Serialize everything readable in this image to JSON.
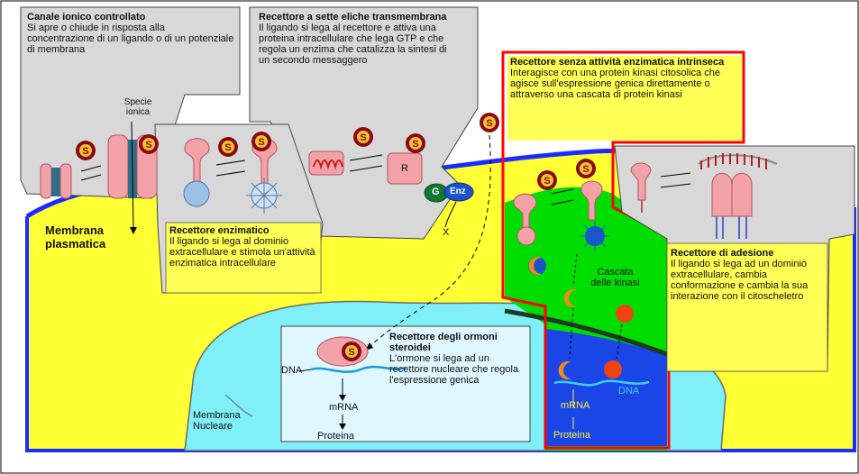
{
  "labels": {
    "ion_channel_title": "Canale ionico controllato",
    "ion_channel_desc": "Si apre o chiude in risposta alla concentrazione di un ligando o di un potenziale di membrana",
    "ionic_species": "Specie ionica",
    "membrane_plasma": "Membrana plasmatica",
    "seven_helix_title": "Recettore a sette eliche transmembrana",
    "seven_helix_desc": "Il ligando si lega al recettore e attiva una proteina intracellulare che lega GTP e che regola un enzima che catalizza la sintesi di un secondo messaggero",
    "enzymatic_title": "Recettore enzimatico",
    "enzymatic_desc": "Il ligando si lega al dominio extracellulare e stimola un'attività enzimatica intracellulare",
    "no_enzyme_title": "Recettore senza attività enzimatica intrinseca",
    "no_enzyme_desc": "Interagisce con una protein kinasi citosolica che agisce sull'espressione genica direttamente o attraverso una cascata di protein kinasi",
    "cascade": "Cascata delle kinasi",
    "adhesion_title": "Recettore di adesione",
    "adhesion_desc": "Il ligando si lega ad un dominio extracellulare, cambia conformazione e cambia la sua interazione con il citoscheletro",
    "steroid_title": "Recettore degli ormoni steroidei",
    "steroid_desc": "L'ormone si lega ad un recettore nucleare che regola l'espressione genica",
    "dna": "DNA",
    "mrna": "mRNA",
    "protein": "Proteina",
    "nuclear_membrane": "Membrana Nucleare",
    "r_label": "R",
    "g_label": "G",
    "enz_label": "Enz",
    "x_label": "X",
    "dna_right": "DNA",
    "mrna_right": "mRNA",
    "protein_right": "Proteina",
    "s_label": "S"
  },
  "colors": {
    "cytoplasm": "#ffff33",
    "nucleus": "#7ff0f8",
    "membrane_blue": "#1a2cff",
    "highlight_green": "#00dd00",
    "highlight_border": "#ff0000",
    "callout_gray": "#d8d8d8",
    "ligand_red": "#8a0a12",
    "ligand_gold": "#f2c230",
    "receptor_pink": "#f3a2a8"
  },
  "icons": [
    "ligand-s-icon",
    "receptor-icon",
    "kinase-icon",
    "dna-strand-icon",
    "arrow-icon"
  ]
}
